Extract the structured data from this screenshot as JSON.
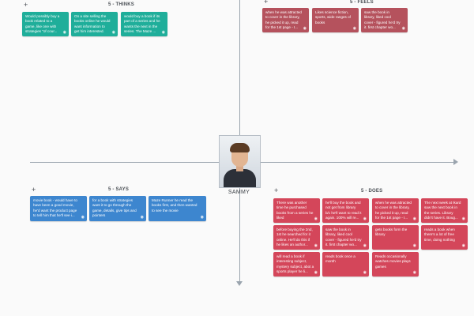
{
  "colors": {
    "teal": "#1fae9a",
    "red": "#b5525d",
    "blue": "#3d86cf",
    "pink": "#d4465a",
    "axis": "#9aa4ae"
  },
  "persona": {
    "name": "SAMMY"
  },
  "icons": {
    "add": "+",
    "view": "eye-icon"
  },
  "quadrants": {
    "thinks": {
      "title": "5 - THINKS",
      "notes": [
        "Would possibly buy a\nbook related to a\ngame, like one with\nstrategies \"of cour...",
        "On a site selling the\nbooks online he would\nwant information to\nget him interested.",
        "would buy a book if its\npart of a series and he\nwants the next in the\nseries. The Maze ..."
      ]
    },
    "feels": {
      "title": "5 - FEELS",
      "notes": [
        "when he was attracted\nto cover in the library,\nhe picked it up, read\nfor the 1st page - I...",
        "Likes science fiction,\nsports, wide ranges of\nbooks",
        "saw the book in\nlibrary, liked cool\ncover - figured he'd try\nit. first chapter wo..."
      ]
    },
    "says": {
      "title": "5 - SAYS",
      "notes": [
        "movie book - would have to\nhave been a good movie,\nhe'd want the product page\nto tell him that he'll see i...",
        "for a book with strategies\nwant it to go through the\ngame, details, give tips and\npointers",
        "Maze Runner he read the\nbooks first, and then wanted\nto see the movie"
      ]
    },
    "does": {
      "title": "5 - DOES",
      "notes": [
        "There was another\ntime he purchased\nbooks from a series he\nliked",
        "he'll buy the book and\nnot get from library\nb/c he'll want to read it\nagain. 100% will re...",
        "when he was attracted\nto cover in the library,\nhe picked it up, read\nfor the 1st page - I...",
        "The next week at Ikard\nsaw the next book in\nthe series. Library\ndidn't have it. Boug...",
        "before buying the 2nd,\n1st he searched for it\nonline. He'll do this if\nhe likes an author...",
        "saw the book in\nlibrary, liked cool\ncover - figured he'd try\nit. first chapter wo...",
        "gets books form the\nlibrary",
        "reads a book when\nthere's a lot of free\ntime, doing nothing",
        "will read a book if\ninteresting subject,\nmystery subject, abot a\nsports player he li...",
        "reads book once a\nmonth",
        "Reads occasionally\nwatches movies plays\ngames"
      ]
    }
  }
}
